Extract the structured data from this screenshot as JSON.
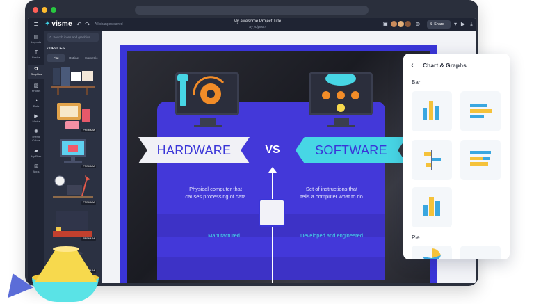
{
  "topbar": {
    "logo": "visme",
    "saved_status": "All changes saved",
    "project_title": "My awesome Project Title",
    "project_author": "By yolymon",
    "share_label": "Share"
  },
  "rail": {
    "items": [
      {
        "label": "Layouts",
        "icon": "layout-icon"
      },
      {
        "label": "Basics",
        "icon": "basics-icon"
      },
      {
        "label": "Graphics",
        "icon": "graphics-icon"
      },
      {
        "label": "Photos",
        "icon": "photos-icon"
      },
      {
        "label": "Data",
        "icon": "data-icon"
      },
      {
        "label": "Media",
        "icon": "media-icon"
      },
      {
        "label": "Theme Colors",
        "icon": "palette-icon"
      },
      {
        "label": "My Files",
        "icon": "folder-icon"
      },
      {
        "label": "Apps",
        "icon": "apps-icon"
      }
    ]
  },
  "library": {
    "search_placeholder": "Search icons and graphics",
    "category": "DEVICES",
    "tabs": [
      "Flat",
      "Outline",
      "Isometric"
    ],
    "premium_label": "PREMIUM"
  },
  "slide": {
    "left_title": "HARDWARE",
    "vs": "VS",
    "right_title": "SOFTWARE",
    "left_desc_1": "Physical computer  that",
    "left_desc_2": "causes processing of data",
    "right_desc_1": "Set of instructions that",
    "right_desc_2": "tells a computer what to do",
    "left_sub": "Manufactured",
    "right_sub": "Developed and engineered"
  },
  "chart_panel": {
    "title": "Chart & Graphs",
    "section_bar": "Bar",
    "section_pie": "Pie"
  },
  "colors": {
    "accent_blue": "#3a35d8",
    "accent_cyan": "#47d6e5",
    "chart_yellow": "#f5c23a",
    "chart_blue": "#3aa7e0"
  }
}
